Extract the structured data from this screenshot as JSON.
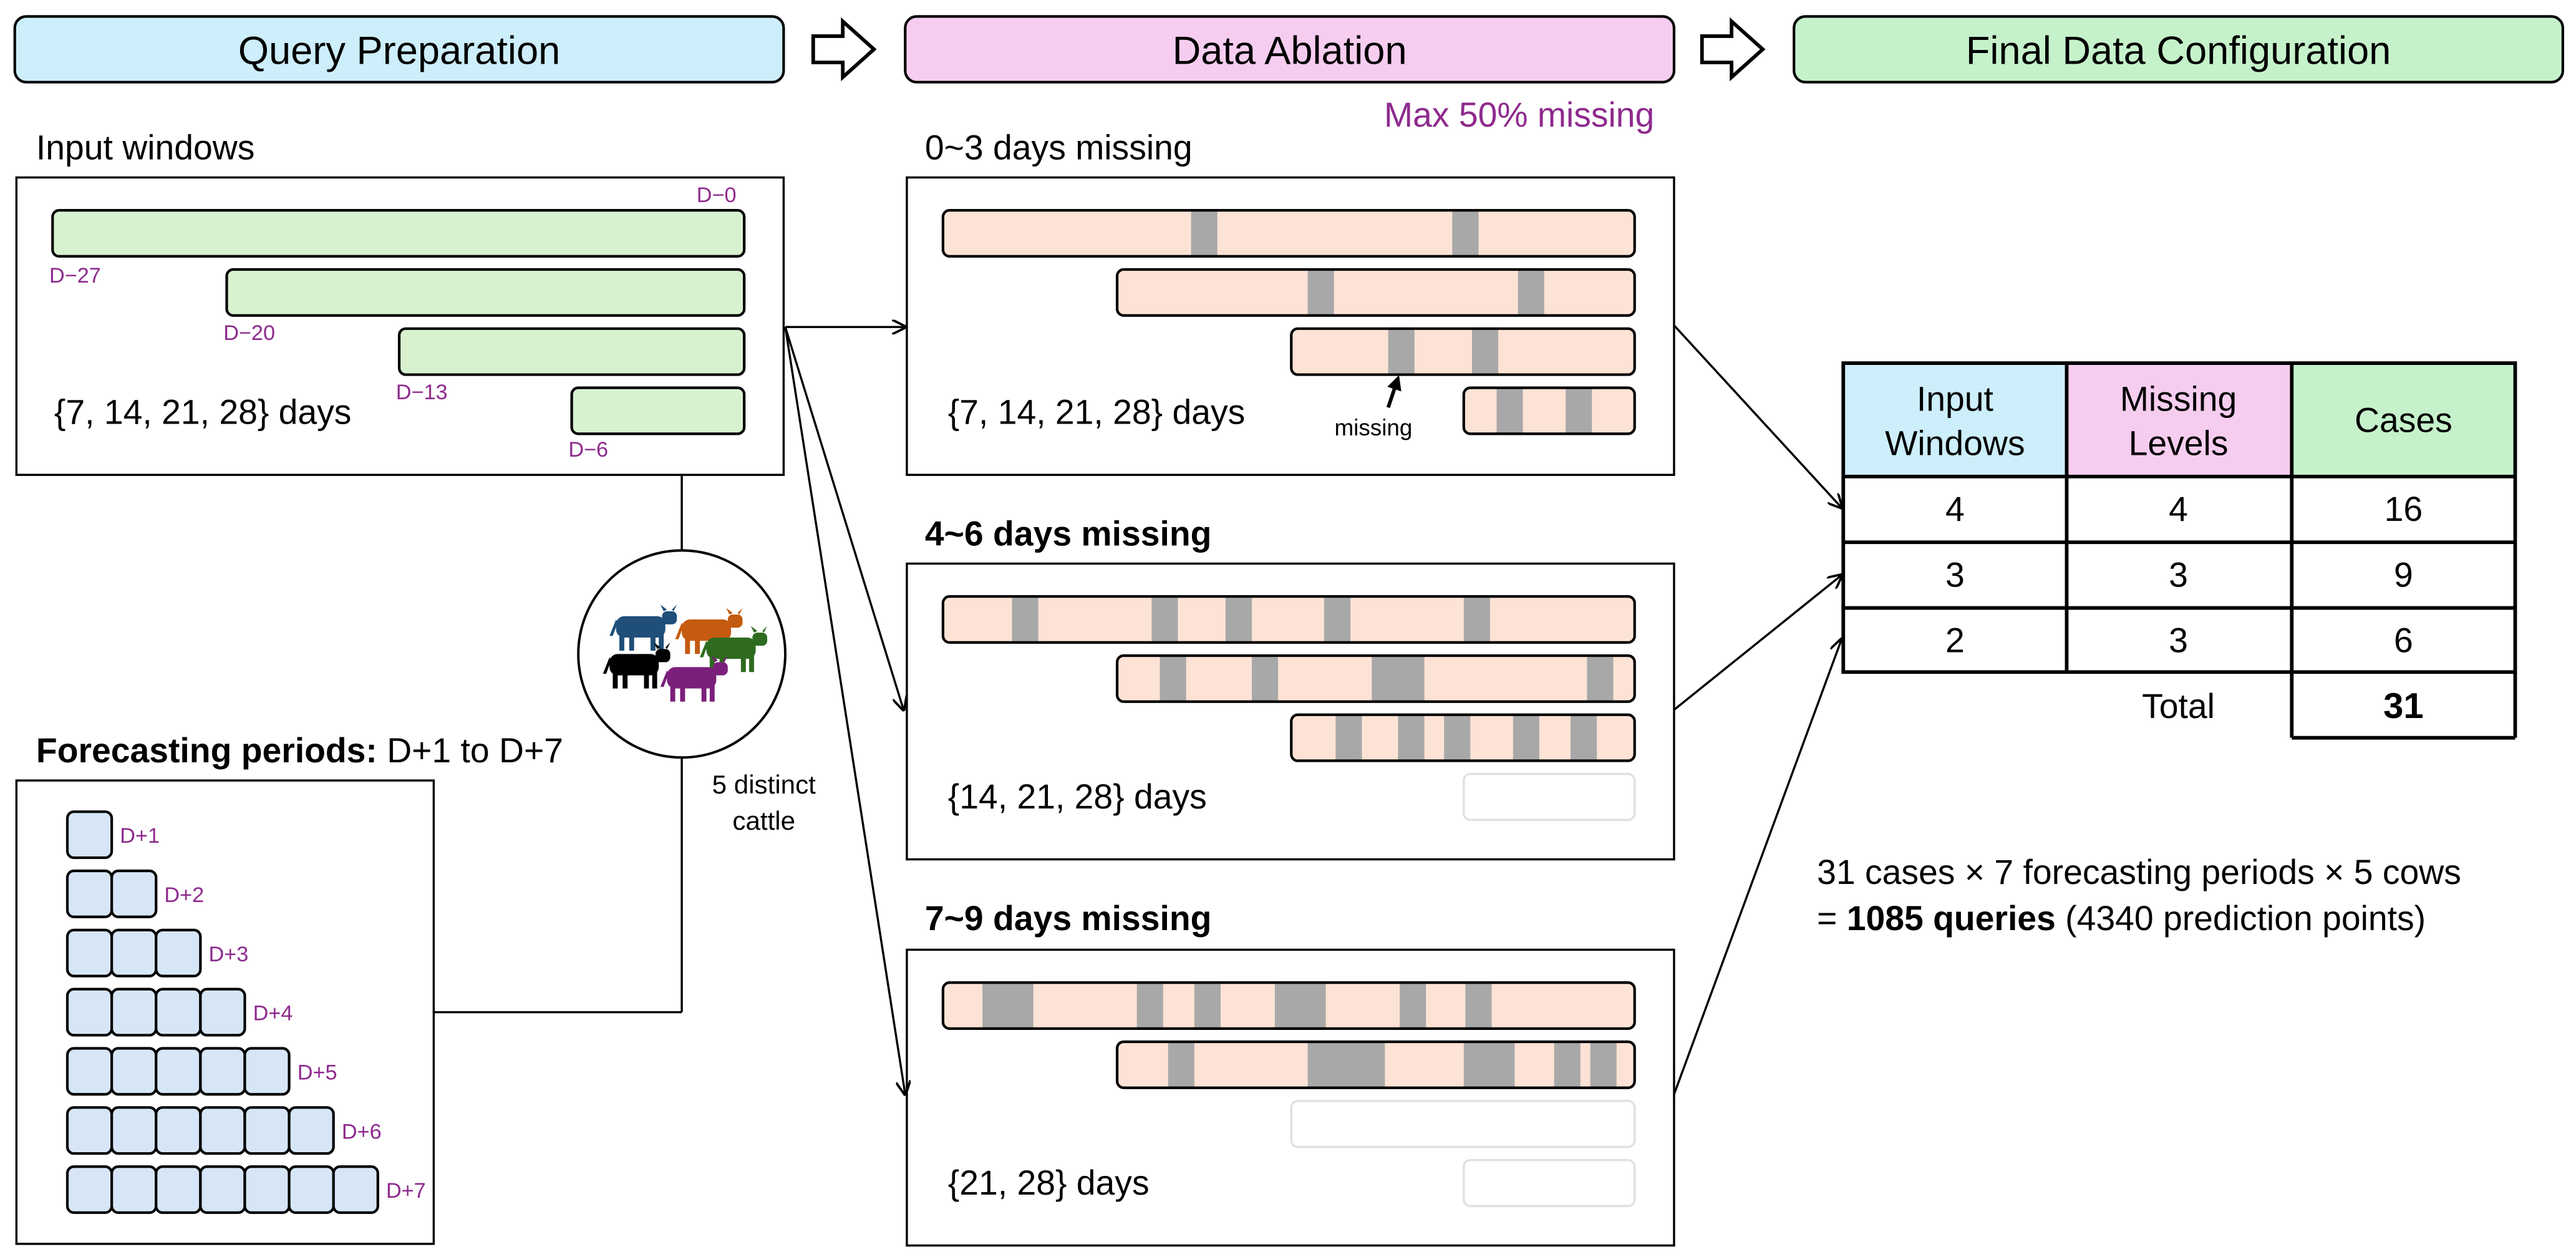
{
  "headers": {
    "query_preparation": "Query Preparation",
    "data_ablation": "Data Ablation",
    "final_configuration": "Final Data Configuration"
  },
  "note_max_missing": "Max 50% missing",
  "input_windows": {
    "title": "Input windows",
    "window_lengths": "{7, 14, 21, 28} days",
    "labels": {
      "d0": "D−0",
      "d27": "D−27",
      "d20": "D−20",
      "d13": "D−13",
      "d6": "D−6"
    }
  },
  "forecasting": {
    "title_bold": "Forecasting periods:",
    "title_rest": " D+1 to D+7",
    "labels": [
      "D+1",
      "D+2",
      "D+3",
      "D+4",
      "D+5",
      "D+6",
      "D+7"
    ]
  },
  "cattle": {
    "line1": "5 distinct",
    "line2": "cattle"
  },
  "ablation": {
    "group1": {
      "title": "0~3 days missing",
      "windows": "{7, 14, 21, 28} days",
      "missing_label": "missing"
    },
    "group2": {
      "title": "4~6 days missing",
      "windows": "{14, 21, 28} days"
    },
    "group3": {
      "title": "7~9 days missing",
      "windows": "{21, 28} days"
    }
  },
  "table": {
    "headers": {
      "input_windows": [
        "Input",
        "Windows"
      ],
      "missing_levels": [
        "Missing",
        "Levels"
      ],
      "cases": "Cases"
    },
    "rows": [
      [
        "4",
        "4",
        "16"
      ],
      [
        "3",
        "3",
        "9"
      ],
      [
        "2",
        "3",
        "6"
      ]
    ],
    "total_label": "Total",
    "total_value": "31"
  },
  "summary": {
    "line1": "31 cases × 7 forecasting periods × 5 cows",
    "line2_prefix": "= ",
    "line2_bold": "1085 queries",
    "line2_suffix": " (4340 prediction points)"
  },
  "colors": {
    "header_blue": "#cdeefb",
    "header_pink": "#f6cdef",
    "header_green": "#c6f2cb",
    "window_green": "#d8f2d0",
    "ablation_peach": "#fde3d5",
    "missing_gray": "#a8a8a8",
    "period_blue": "#d6e6f7",
    "label_purple": "#8e2a8e",
    "cow_blue": "#1f4e79",
    "cow_orange": "#c55a11",
    "cow_green": "#2e6b1f",
    "cow_black": "#000000",
    "cow_purple": "#7b1f7b"
  }
}
